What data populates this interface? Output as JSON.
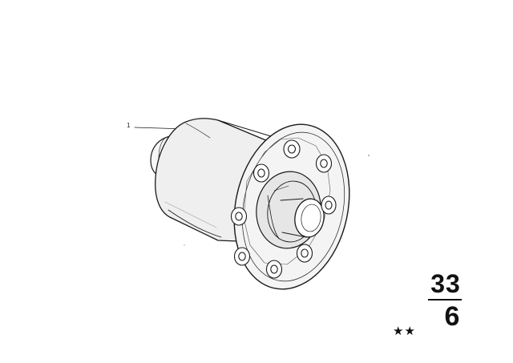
{
  "diagram": {
    "callouts": [
      {
        "label": "1"
      }
    ]
  },
  "group": {
    "main_number": "33",
    "sub_number": "6",
    "marking": "★★"
  }
}
